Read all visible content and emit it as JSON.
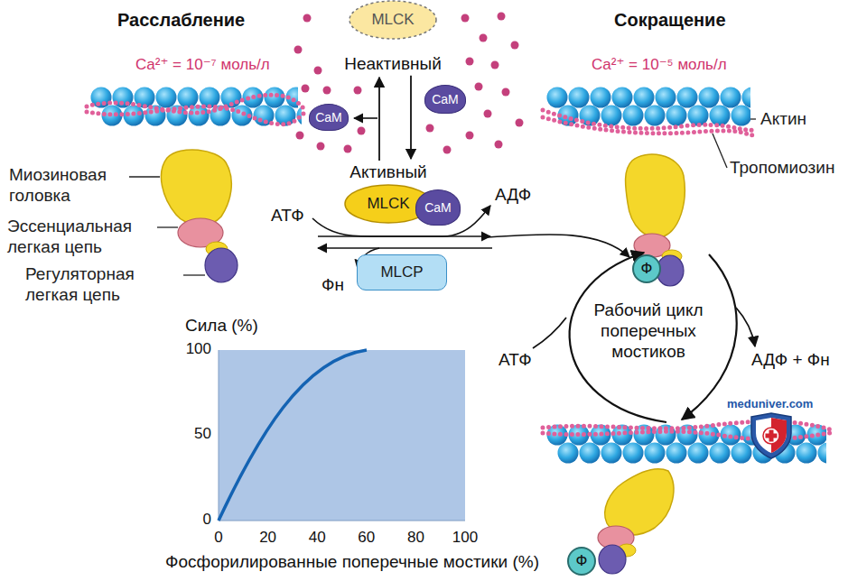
{
  "diagram": {
    "nodes": [
      {
        "text": [
          "MLCK",
          "Неактивный"
        ]
      },
      {
        "text": [
          "CaM"
        ]
      },
      {
        "text": [
          "CaM"
        ]
      },
      {
        "text": [
          "Активный",
          "MLCK"
        ]
      },
      {
        "text": [
          "CaM"
        ]
      },
      {
        "text": [
          "MLCP"
        ]
      },
      {
        "text": [
          "Ф"
        ]
      },
      {
        "text": [
          "Ф"
        ]
      }
    ],
    "edges": [
      {
        "from": 0,
        "to": 3,
        "arrow": "to"
      },
      {
        "from": 3,
        "to": 0,
        "arrow": "to"
      }
    ],
    "labels": [
      "Расслабление",
      "Сокращение",
      "Ca²⁺ = 10⁻⁷ моль/л",
      "Ca²⁺ = 10⁻⁵ моль/л",
      "Миозиновая головка",
      "Эссенциальная легкая цепь",
      "Регуляторная легкая цепь",
      "АТФ",
      "АДФ",
      "Фн",
      "Актин",
      "Тропомиозин",
      "Рабочий цикл поперечных мостиков",
      "АТФ",
      "АДФ + Фн",
      "meduniver.com",
      "Сила (%)",
      "100",
      "50",
      "0",
      "0",
      "20",
      "40",
      "60",
      "80",
      "100",
      "Фосфорилированные поперечные мостики (%)"
    ]
  }
}
